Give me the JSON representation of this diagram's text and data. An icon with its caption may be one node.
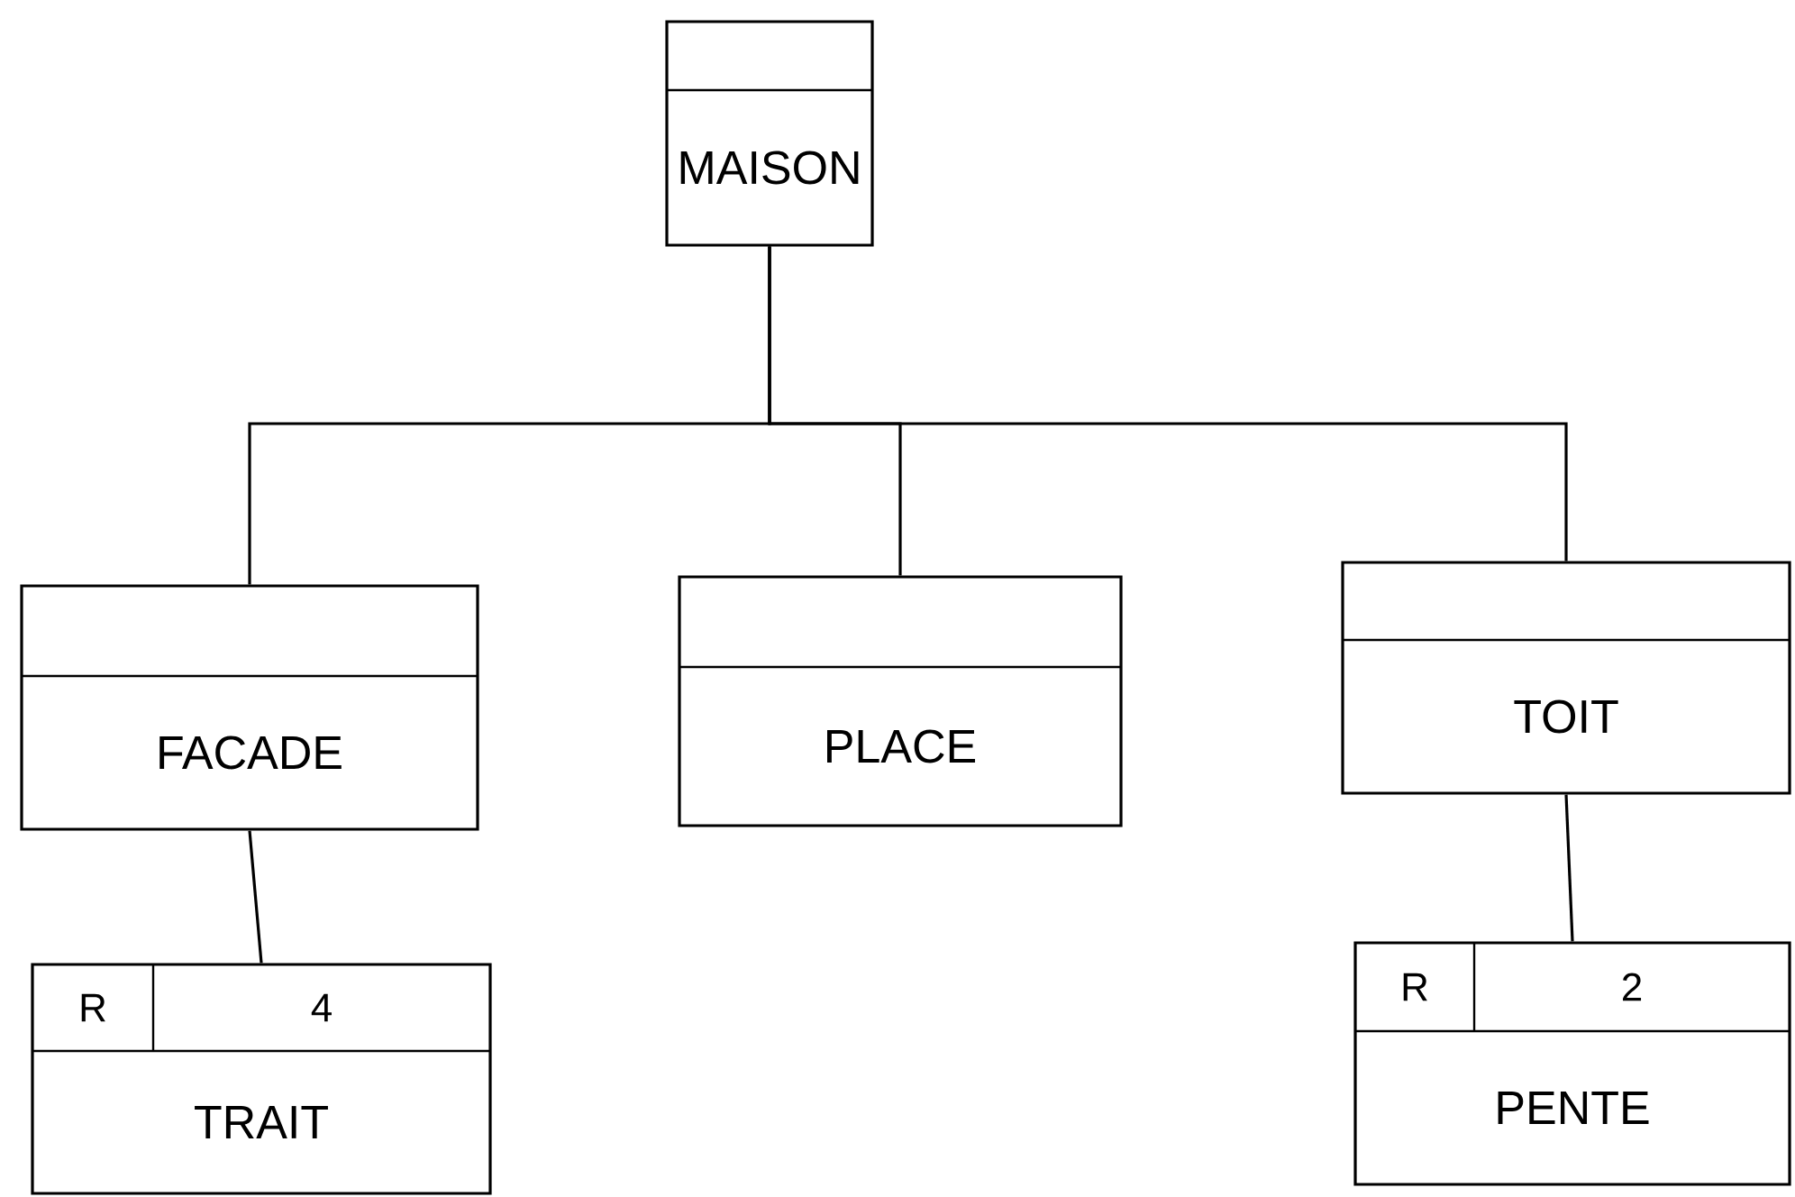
{
  "diagram": {
    "nodes": [
      {
        "text": [
          "MAISON"
        ]
      },
      {
        "text": [
          "FACADE"
        ]
      },
      {
        "text": [
          "PLACE"
        ]
      },
      {
        "text": [
          "TOIT"
        ]
      },
      {
        "text": [
          "R",
          "4",
          "TRAIT"
        ]
      },
      {
        "text": [
          "R",
          "2",
          "PENTE"
        ]
      }
    ],
    "edges": [
      {
        "from": 0,
        "to": 1,
        "arrow": "none"
      },
      {
        "from": 0,
        "to": 2,
        "arrow": "none"
      },
      {
        "from": 0,
        "to": 3,
        "arrow": "none"
      },
      {
        "from": 1,
        "to": 4,
        "arrow": "none"
      },
      {
        "from": 3,
        "to": 5,
        "arrow": "none"
      }
    ]
  }
}
